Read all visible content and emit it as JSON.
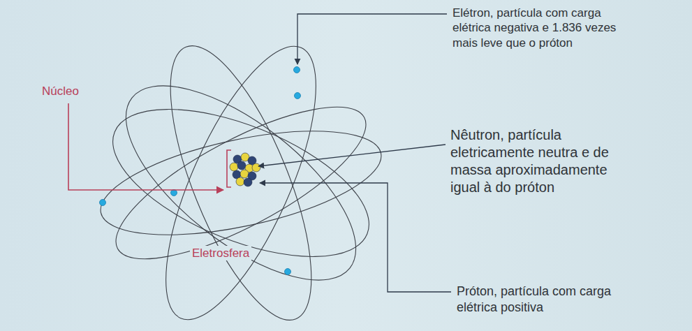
{
  "diagram": {
    "labels": [
      "Núcleo",
      "Elétron, partícula com carga elétrica negativa e 1.836 vezes mais leve que o próton",
      "Nêutron, partícula eletricamente neutra e de massa aproximadamente igual à do próton",
      "Próton, partícula com carga elétrica positiva",
      "Eletrosfera"
    ]
  }
}
